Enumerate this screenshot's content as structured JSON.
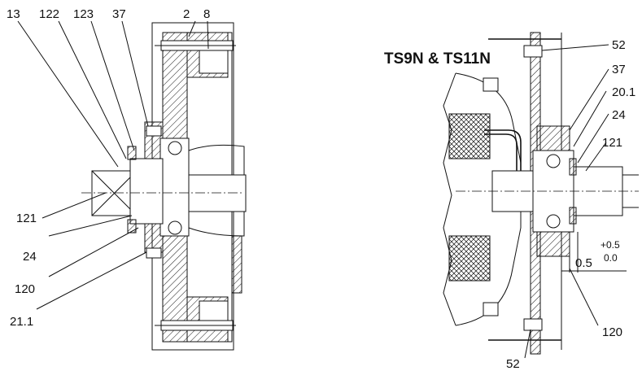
{
  "title": "TS9N & TS11N",
  "left_labels": {
    "l13": "13",
    "l122": "122",
    "l123": "123",
    "l37": "37",
    "l2": "2",
    "l8": "8",
    "l121": "121",
    "l24": "24",
    "l120": "120",
    "l21_1": "21.1"
  },
  "right_labels": {
    "r52_top": "52",
    "r37": "37",
    "r20_1": "20.1",
    "r24": "24",
    "r121": "121",
    "r120": "120",
    "r52_bottom": "52"
  },
  "dimension": {
    "value": "0.5",
    "upper_tol": "+0.5",
    "lower_tol": "0.0"
  }
}
